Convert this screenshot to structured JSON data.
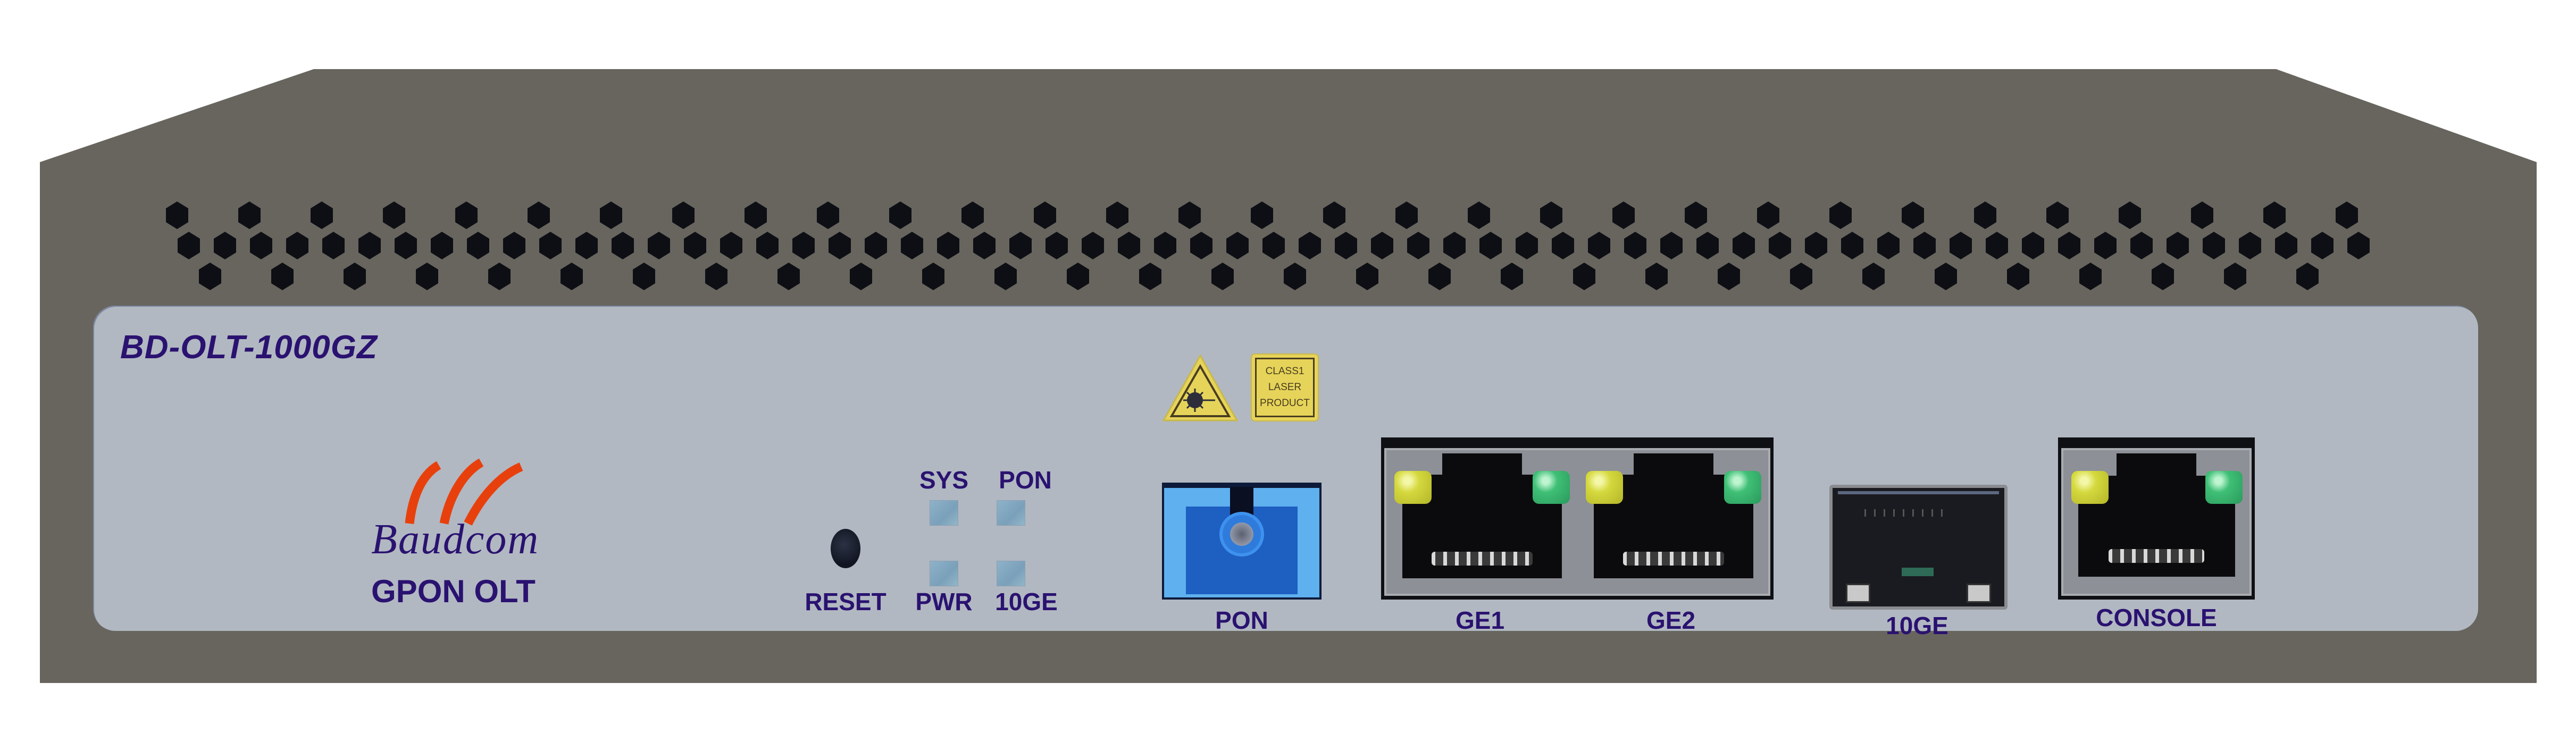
{
  "device": {
    "model": "BD-OLT-1000GZ",
    "brand": "Baudcom",
    "product_type": "GPON OLT",
    "colors": {
      "chassis": "#67655e",
      "panel": "#b1b8c2",
      "label_text": "#2a1270",
      "logo_arcs": "#e8400c",
      "sc_port": "#3a8fe0",
      "warning_yellow": "#e6d45a"
    }
  },
  "warning_labels": {
    "laser_symbol": "laser-warning-icon",
    "class_label_lines": [
      "CLASS1",
      "LASER",
      "PRODUCT"
    ]
  },
  "indicators": {
    "top_row": [
      {
        "label": "SYS"
      },
      {
        "label": "PON"
      }
    ],
    "bottom_row": [
      {
        "label": "PWR"
      },
      {
        "label": "10GE"
      }
    ]
  },
  "controls": {
    "reset_label": "RESET"
  },
  "ports": [
    {
      "id": "pon",
      "label": "PON",
      "type": "SC fiber"
    },
    {
      "id": "ge1",
      "label": "GE1",
      "type": "RJ45"
    },
    {
      "id": "ge2",
      "label": "GE2",
      "type": "RJ45"
    },
    {
      "id": "10ge",
      "label": "10GE",
      "type": "SFP+"
    },
    {
      "id": "console",
      "label": "CONSOLE",
      "type": "RJ45"
    }
  ]
}
